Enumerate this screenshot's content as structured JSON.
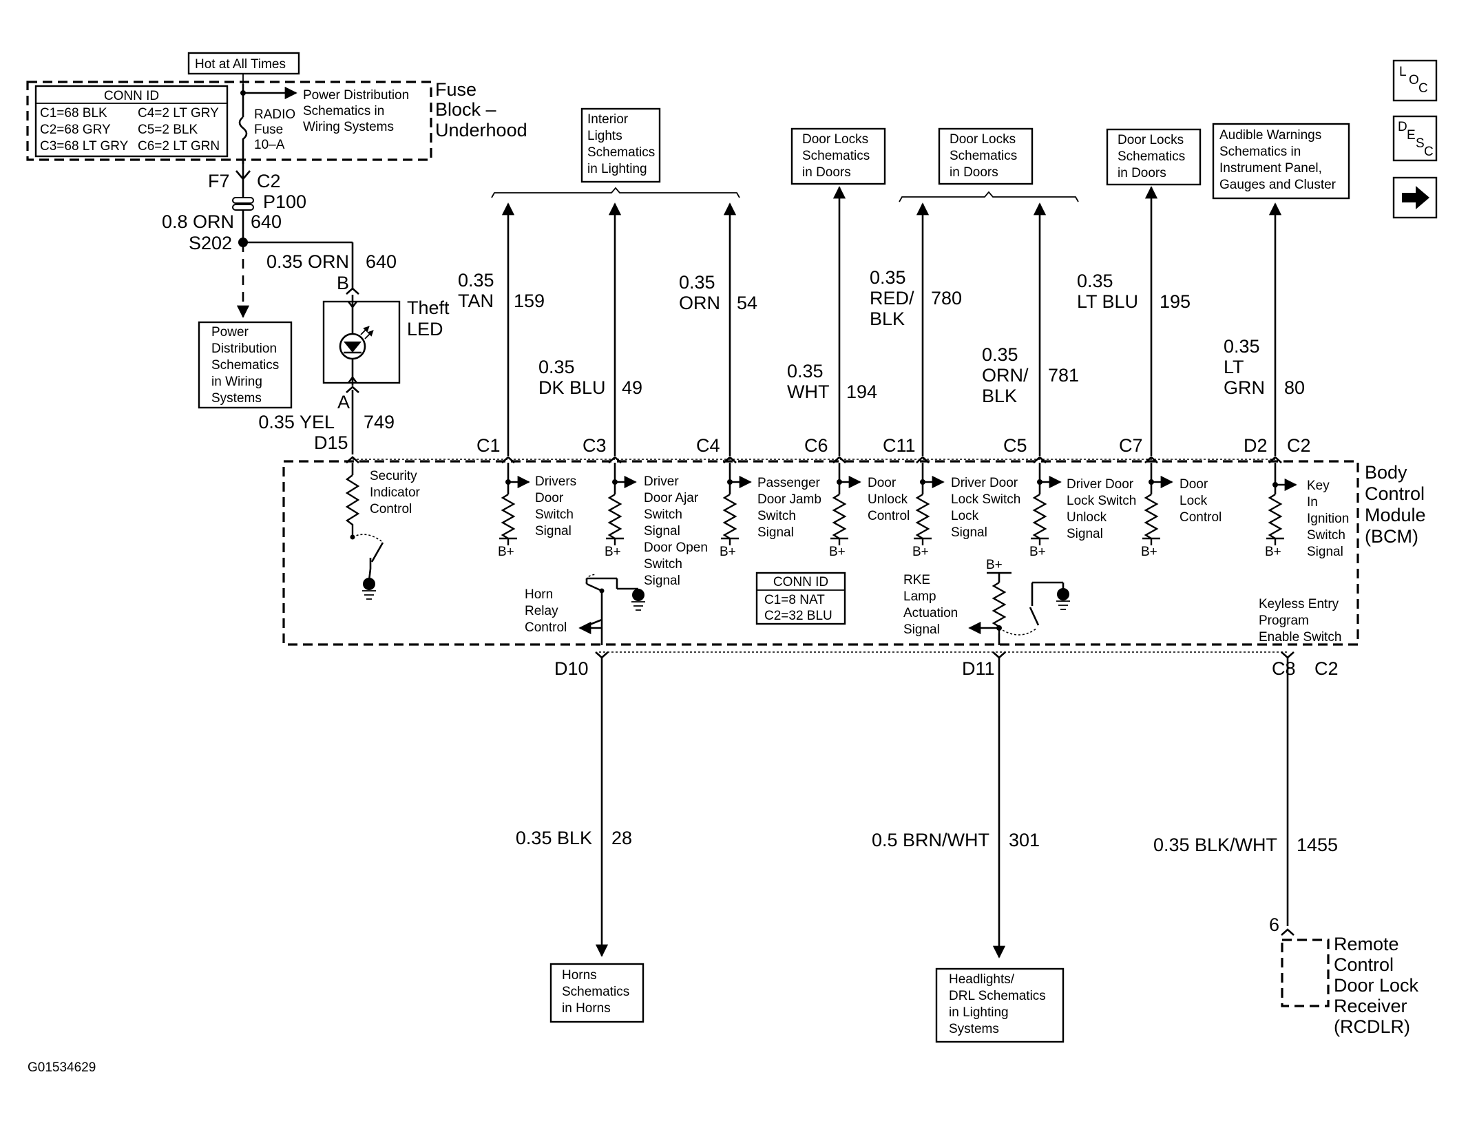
{
  "fuse_block": {
    "hot_label": "Hot at All Times",
    "conn_title": "CONN ID",
    "conn_lines": [
      "C1=68 BLK",
      "C4=2 LT GRY",
      "C2=68 GRY",
      "C5=2 BLK",
      "C3=68 LT GRY",
      "C6=2 LT GRN"
    ],
    "pd_ref": [
      "Power Distribution",
      "Schematics in",
      "Wiring Systems"
    ],
    "fuse_lines": [
      "RADIO",
      "Fuse",
      "10–A"
    ],
    "title": [
      "Fuse",
      "Block –",
      "Underhood"
    ]
  },
  "feed": {
    "f7": "F7",
    "c2": "C2",
    "p100": "P100",
    "wire": "0.8 ORN",
    "circuit": "640",
    "splice": "S202",
    "branch_wire": "0.35 ORN",
    "branch_circuit": "640",
    "pd_ref": [
      "Power",
      "Distribution",
      "Schematics",
      "in Wiring",
      "Systems"
    ]
  },
  "theft_led": {
    "pin_b": "B",
    "pin_a": "A",
    "label": [
      "Theft",
      "LED"
    ],
    "out_wire": "0.35 YEL",
    "out_circuit": "749",
    "bcm_pin": "D15"
  },
  "bcm": {
    "title": [
      "Body",
      "Control",
      "Module",
      "(BCM)"
    ],
    "conn_title": "CONN ID",
    "conn_lines": [
      "C1=8 NAT",
      "C2=32 BLU"
    ],
    "bplus": "B+",
    "security": [
      "Security",
      "Indicator",
      "Control"
    ],
    "horn": [
      "Horn",
      "Relay",
      "Control"
    ],
    "rke": [
      "RKE",
      "Lamp",
      "Actuation",
      "Signal"
    ],
    "keyless": [
      "Keyless Entry",
      "Program",
      "Enable Switch"
    ]
  },
  "top_refs": {
    "interior": [
      "Interior",
      "Lights",
      "Schematics",
      "in Lighting"
    ],
    "door_locks": [
      "Door Locks",
      "Schematics",
      "in Doors"
    ],
    "audible": [
      "Audible Warnings",
      "Schematics in",
      "Instrument Panel,",
      "Gauges and Cluster"
    ]
  },
  "inputs": [
    {
      "pin": "C1",
      "wire": [
        "0.35",
        "TAN"
      ],
      "circuit": "159",
      "signal": [
        "Drivers",
        "Door",
        "Switch",
        "Signal"
      ]
    },
    {
      "pin": "C3",
      "wire": [
        "0.35",
        "DK BLU"
      ],
      "circuit": "49",
      "signal": [
        "Driver",
        "Door Ajar",
        "Switch",
        "Signal",
        "Door Open",
        "Switch",
        "Signal"
      ]
    },
    {
      "pin": "C4",
      "wire": [
        "0.35",
        "ORN"
      ],
      "circuit": "54",
      "signal": [
        "Passenger",
        "Door Jamb",
        "Switch",
        "Signal"
      ]
    },
    {
      "pin": "C6",
      "wire": [
        "0.35",
        "WHT"
      ],
      "circuit": "194",
      "signal": [
        "Door",
        "Unlock",
        "Control"
      ]
    },
    {
      "pin": "C11",
      "wire": [
        "0.35",
        "RED/",
        "BLK"
      ],
      "circuit": "780",
      "signal": [
        "Driver Door",
        "Lock Switch",
        "Lock",
        "Signal"
      ]
    },
    {
      "pin": "C5",
      "wire": [
        "0.35",
        "ORN/",
        "BLK"
      ],
      "circuit": "781",
      "signal": [
        "Driver Door",
        "Lock Switch",
        "Unlock",
        "Signal"
      ]
    },
    {
      "pin": "C7",
      "wire": [
        "0.35",
        "LT BLU"
      ],
      "circuit": "195",
      "signal": [
        "Door",
        "Lock",
        "Control"
      ]
    },
    {
      "pin": "D2",
      "pin2": "C2",
      "wire": [
        "0.35",
        "LT",
        "GRN"
      ],
      "circuit": "80",
      "signal": [
        "Key",
        "In",
        "Ignition",
        "Switch",
        "Signal"
      ]
    }
  ],
  "outputs": [
    {
      "pin": "D10",
      "wire": "0.35 BLK",
      "circuit": "28",
      "dest": [
        "Horns",
        "Schematics",
        "in Horns"
      ]
    },
    {
      "pin": "D11",
      "wire": "0.5 BRN/WHT",
      "circuit": "301",
      "dest": [
        "Headlights/",
        "DRL Schematics",
        "in Lighting",
        "Systems"
      ]
    },
    {
      "pin": "C8",
      "pin2": "C2",
      "wire": "0.35 BLK/WHT",
      "circuit": "1455",
      "rcdlr_pin": "6",
      "dest": [
        "Remote",
        "Control",
        "Door Lock",
        "Receiver",
        "(RCDLR)"
      ]
    }
  ],
  "nav": {
    "loc": [
      "L",
      "O",
      "C"
    ],
    "desc": [
      "D",
      "E",
      "S",
      "C"
    ]
  },
  "figure_id": "G01534629"
}
